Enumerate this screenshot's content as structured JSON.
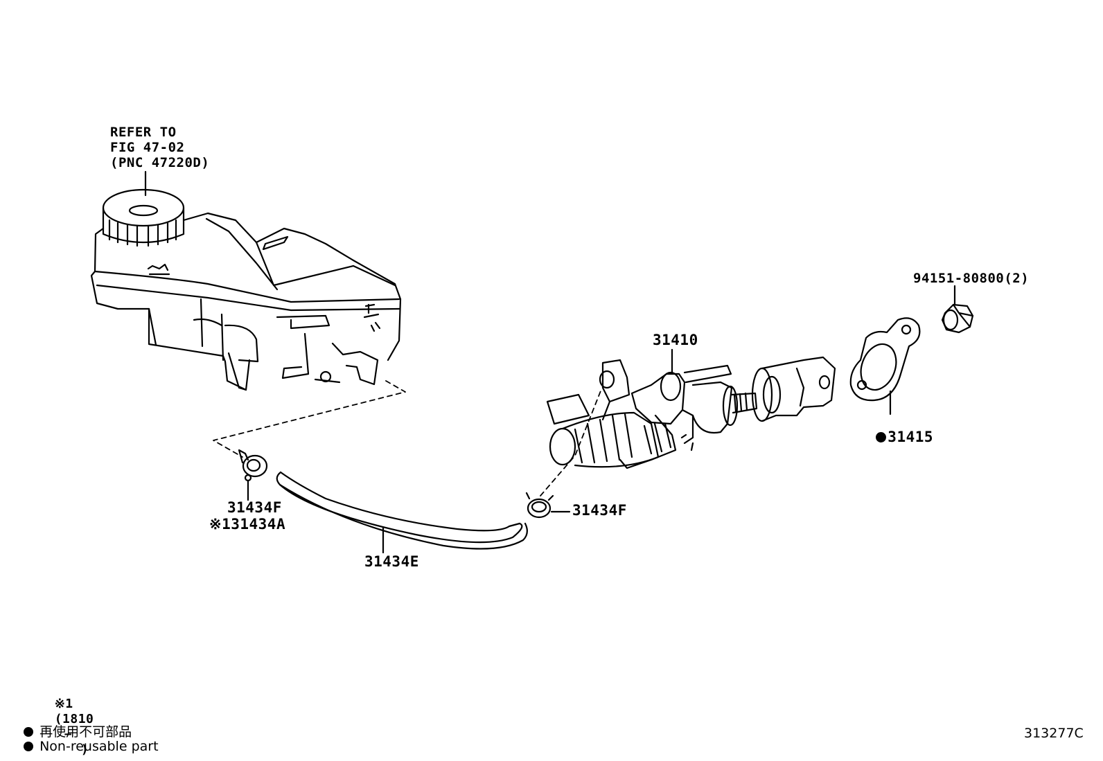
{
  "reservoir_note": {
    "line1": "REFER TO",
    "line2": "FIG 47-02",
    "line3": "(PNC 47220D)"
  },
  "parts": {
    "master_cylinder": "31410",
    "gasket": "31415",
    "nut": "94151-80800(2)",
    "clamp_right": "31434F",
    "clamp_left": "31434F",
    "clamp_left_alt": "※131434A",
    "hose": "31434E"
  },
  "footnote": {
    "mark": "※1",
    "range_open": "(1810",
    "range_dash": "−",
    "range_close": ")"
  },
  "legend": {
    "japanese": "再使用不可部品",
    "english": "Non-reusable part"
  },
  "figure_code": "313277C"
}
